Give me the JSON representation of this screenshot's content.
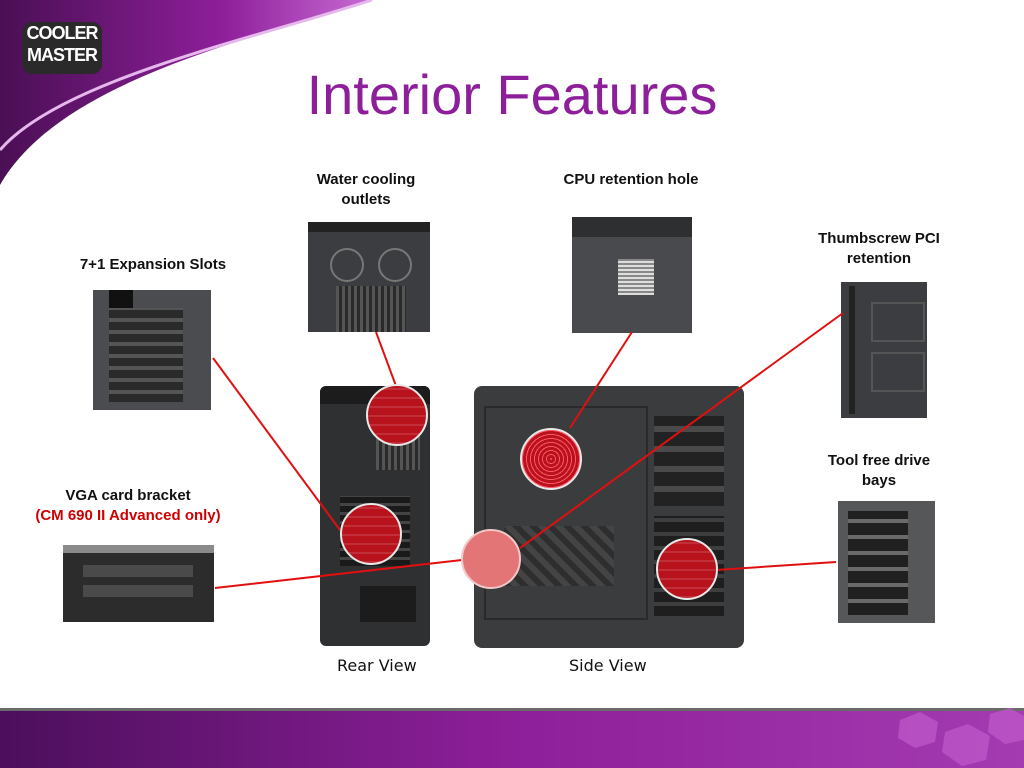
{
  "slide": {
    "title": "Interior Features",
    "logo_text": [
      "COOLER",
      "MASTER"
    ],
    "brand_color": "#8e1f9a",
    "accent_color": "#d00000"
  },
  "labels": {
    "water_cooling": "Water cooling outlets",
    "cpu_retention": "CPU retention hole",
    "thumbscrew_pci": "Thumbscrew PCI retention",
    "expansion_slots": "7+1 Expansion Slots",
    "vga_bracket": "VGA card bracket",
    "vga_note": "(CM 690 II Advanced only)",
    "tool_free": "Tool free drive bays"
  },
  "views": {
    "rear": "Rear View",
    "side": "Side View"
  },
  "icons": [
    "cooler-master-logo",
    "callout-marker"
  ]
}
